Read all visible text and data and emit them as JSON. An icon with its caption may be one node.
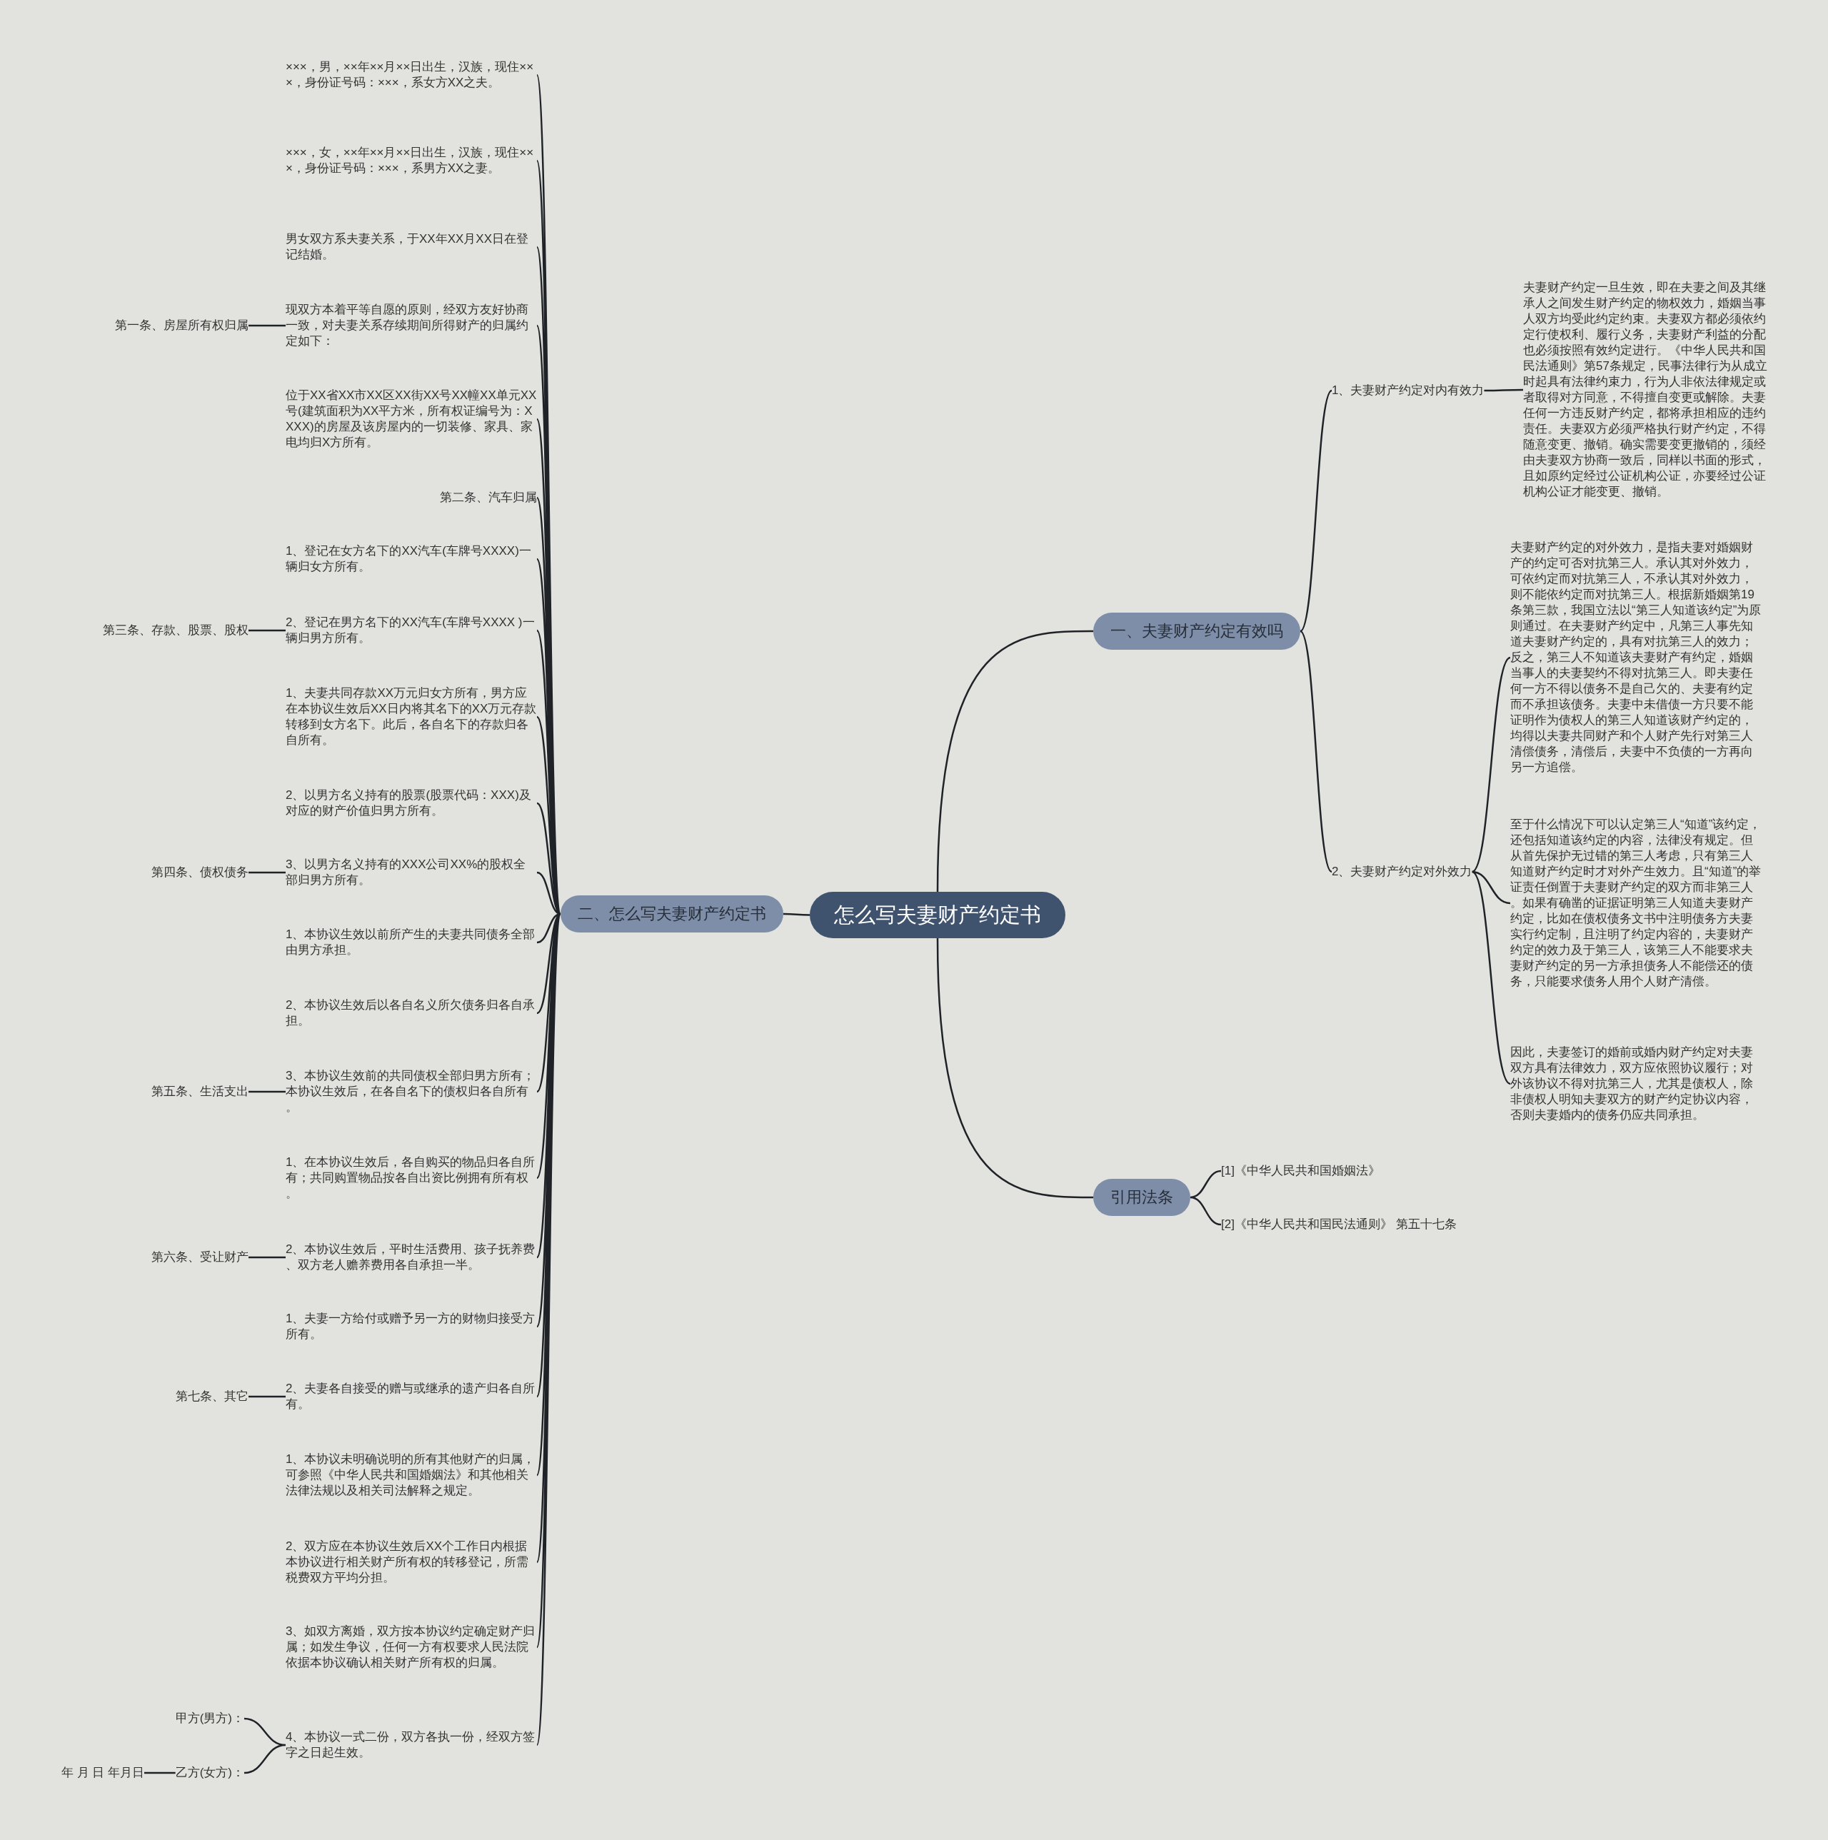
{
  "diagram": {
    "nodes": [
      {
        "text": [
          "怎么写夫妻财产约定书"
        ]
      },
      {
        "text": [
          "一、夫妻财产约定有效吗"
        ]
      },
      {
        "text": [
          "1、夫妻财产约定对内有效力"
        ]
      },
      {
        "text": [
          "夫妻财产约定一旦生效，即在夫妻之间及其继承人之间发生财产约定的物权效力，婚姻当事人双方均受此约定约束。夫妻双方都必须依约定行使权利、履行义务，夫妻财产利益的分配也必须按照有效约定进行。《中华人民共和国民法通则》第57条规定，民事法律行为从成立时起具有法律约束力，行为人非依法律规定或者取得对方同意，不得擅自变更或解除。夫妻任何一方违反财产约定，都将承担相应的违约责任。夫妻双方必须严格执行财产约定，不得随意变更、撤销。确实需要变更撤销的，须经由夫妻双方协商一致后，同样以书面的形式，且如原约定经过公证机构公证，亦要经过公证机构公证才能变更、撤销。"
        ]
      },
      {
        "text": [
          "2、夫妻财产约定对外效力"
        ]
      },
      {
        "text": [
          "夫妻财产约定的对外效力，是指夫妻对婚姻财产的约定可否对抗第三人。承认其对外效力，可依约定而对抗第三人，不承认其对外效力，则不能依约定而对抗第三人。根据新婚姻第19条第三款，我国立法以“第三人知道该约定”为原则通过。在夫妻财产约定中，凡第三人事先知道夫妻财产约定的，具有对抗第三人的效力；反之，第三人不知道该夫妻财产有约定，婚姻当事人的夫妻契约不得对抗第三人。即夫妻任何一方不得以债务不是自己欠的、夫妻有约定而不承担该债务。夫妻中未借债一方只要不能证明作为债权人的第三人知道该财产约定的，均得以夫妻共同财产和个人财产先行对第三人清偿债务，清偿后，夫妻中不负债的一方再向另一方追偿。"
        ]
      },
      {
        "text": [
          "至于什么情况下可以认定第三人“知道”该约定，还包括知道该约定的内容，法律没有规定。但从首先保护无过错的第三人考虑，只有第三人知道财产约定时才对外产生效力。且“知道”的举证责任倒置于夫妻财产约定的双方而非第三人。如果有确凿的证据证明第三人知道夫妻财产约定，比如在债权债务文书中注明债务方夫妻实行约定制，且注明了约定内容的，夫妻财产约定的效力及于第三人，该第三人不能要求夫妻财产约定的另一方承担债务人不能偿还的债务，只能要求债务人用个人财产清偿。"
        ]
      },
      {
        "text": [
          "因此，夫妻签订的婚前或婚内财产约定对夫妻双方具有法律效力，双方应依照协议履行；对外该协议不得对抗第三人，尤其是债权人，除非债权人明知夫妻双方的财产约定协议内容，否则夫妻婚内的债务仍应共同承担。"
        ]
      },
      {
        "text": [
          "二、怎么写夫妻财产约定书"
        ]
      },
      {
        "text": [
          "×××，男，××年××月××日出生，汉族，现住×××，身份证号码：×××，系女方XX之夫。"
        ]
      },
      {
        "text": [
          "×××，女，××年××月××日出生，汉族，现住×××，身份证号码：×××，系男方XX之妻。"
        ]
      },
      {
        "text": [
          "男女双方系夫妻关系，于XX年XX月XX日在登记结婚。"
        ]
      },
      {
        "text": [
          "现双方本着平等自愿的原则，经双方友好协商一致，对夫妻关系存续期间所得财产的归属约定如下："
        ]
      },
      {
        "text": [
          "第一条、房屋所有权归属"
        ]
      },
      {
        "text": [
          "位于XX省XX市XX区XX街XX号XX幢XX单元XX号(建筑面积为XX平方米，所有权证编号为：XXXX)的房屋及该房屋内的一切装修、家具、家电均归X方所有。"
        ]
      },
      {
        "text": [
          "第二条、汽车归属"
        ]
      },
      {
        "text": [
          "1、登记在女方名下的XX汽车(车牌号XXXX)一辆归女方所有。"
        ]
      },
      {
        "text": [
          "2、登记在男方名下的XX汽车(车牌号XXXX )一辆归男方所有。"
        ]
      },
      {
        "text": [
          "第三条、存款、股票、股权"
        ]
      },
      {
        "text": [
          "1、夫妻共同存款XX万元归女方所有，男方应在本协议生效后XX日内将其名下的XX万元存款转移到女方名下。此后，各自名下的存款归各自所有。"
        ]
      },
      {
        "text": [
          "2、以男方名义持有的股票(股票代码：XXX)及对应的财产价值归男方所有。"
        ]
      },
      {
        "text": [
          "3、以男方名义持有的XXX公司XX%的股权全部归男方所有。"
        ]
      },
      {
        "text": [
          "第四条、债权债务"
        ]
      },
      {
        "text": [
          "1、本协议生效以前所产生的夫妻共同债务全部由男方承担。"
        ]
      },
      {
        "text": [
          "2、本协议生效后以各自名义所欠债务归各自承担。"
        ]
      },
      {
        "text": [
          "3、本协议生效前的共同债权全部归男方所有；本协议生效后，在各自名下的债权归各自所有。"
        ]
      },
      {
        "text": [
          "第五条、生活支出"
        ]
      },
      {
        "text": [
          "1、在本协议生效后，各自购买的物品归各自所有；共同购置物品按各自出资比例拥有所有权。"
        ]
      },
      {
        "text": [
          "2、本协议生效后，平时生活费用、孩子抚养费、双方老人赡养费用各自承担一半。"
        ]
      },
      {
        "text": [
          "第六条、受让财产"
        ]
      },
      {
        "text": [
          "1、夫妻一方给付或赠予另一方的财物归接受方所有。"
        ]
      },
      {
        "text": [
          "2、夫妻各自接受的赠与或继承的遗产归各自所有。"
        ]
      },
      {
        "text": [
          "第七条、其它"
        ]
      },
      {
        "text": [
          "1、本协议未明确说明的所有其他财产的归属，可参照《中华人民共和国婚姻法》和其他相关法律法规以及相关司法解释之规定。"
        ]
      },
      {
        "text": [
          "2、双方应在本协议生效后XX个工作日内根据本协议进行相关财产所有权的转移登记，所需税费双方平均分担。"
        ]
      },
      {
        "text": [
          "3、如双方离婚，双方按本协议约定确定财产归属；如发生争议，任何一方有权要求人民法院依据本协议确认相关财产所有权的归属。"
        ]
      },
      {
        "text": [
          "4、本协议一式二份，双方各执一份，经双方签字之日起生效。"
        ]
      },
      {
        "text": [
          "甲方(男方)："
        ]
      },
      {
        "text": [
          "乙方(女方)："
        ]
      },
      {
        "text": [
          "年 月 日 年月日"
        ]
      },
      {
        "text": [
          "引用法条"
        ]
      },
      {
        "text": [
          "[1]《中华人民共和国婚姻法》"
        ]
      },
      {
        "text": [
          "[2]《中华人民共和国民法通则》 第五十七条"
        ]
      }
    ],
    "edges": [
      {
        "from": 0,
        "to": 1,
        "arrow": "none"
      },
      {
        "from": 1,
        "to": 2,
        "arrow": "none"
      },
      {
        "from": 2,
        "to": 3,
        "arrow": "none"
      },
      {
        "from": 1,
        "to": 4,
        "arrow": "none"
      },
      {
        "from": 4,
        "to": 5,
        "arrow": "none"
      },
      {
        "from": 4,
        "to": 6,
        "arrow": "none"
      },
      {
        "from": 4,
        "to": 7,
        "arrow": "none"
      },
      {
        "from": 0,
        "to": 8,
        "arrow": "none"
      },
      {
        "from": 8,
        "to": 9,
        "arrow": "none"
      },
      {
        "from": 8,
        "to": 10,
        "arrow": "none"
      },
      {
        "from": 8,
        "to": 11,
        "arrow": "none"
      },
      {
        "from": 8,
        "to": 12,
        "arrow": "none"
      },
      {
        "from": 12,
        "to": 13,
        "arrow": "none"
      },
      {
        "from": 8,
        "to": 14,
        "arrow": "none"
      },
      {
        "from": 8,
        "to": 15,
        "arrow": "none"
      },
      {
        "from": 8,
        "to": 16,
        "arrow": "none"
      },
      {
        "from": 8,
        "to": 17,
        "arrow": "none"
      },
      {
        "from": 17,
        "to": 18,
        "arrow": "none"
      },
      {
        "from": 8,
        "to": 19,
        "arrow": "none"
      },
      {
        "from": 8,
        "to": 20,
        "arrow": "none"
      },
      {
        "from": 8,
        "to": 21,
        "arrow": "none"
      },
      {
        "from": 21,
        "to": 22,
        "arrow": "none"
      },
      {
        "from": 8,
        "to": 23,
        "arrow": "none"
      },
      {
        "from": 8,
        "to": 24,
        "arrow": "none"
      },
      {
        "from": 8,
        "to": 25,
        "arrow": "none"
      },
      {
        "from": 25,
        "to": 26,
        "arrow": "none"
      },
      {
        "from": 8,
        "to": 27,
        "arrow": "none"
      },
      {
        "from": 8,
        "to": 28,
        "arrow": "none"
      },
      {
        "from": 28,
        "to": 29,
        "arrow": "none"
      },
      {
        "from": 8,
        "to": 30,
        "arrow": "none"
      },
      {
        "from": 8,
        "to": 31,
        "arrow": "none"
      },
      {
        "from": 31,
        "to": 32,
        "arrow": "none"
      },
      {
        "from": 8,
        "to": 33,
        "arrow": "none"
      },
      {
        "from": 8,
        "to": 34,
        "arrow": "none"
      },
      {
        "from": 8,
        "to": 35,
        "arrow": "none"
      },
      {
        "from": 8,
        "to": 36,
        "arrow": "none"
      },
      {
        "from": 36,
        "to": 37,
        "arrow": "none"
      },
      {
        "from": 36,
        "to": 38,
        "arrow": "none"
      },
      {
        "from": 38,
        "to": 39,
        "arrow": "none"
      },
      {
        "from": 0,
        "to": 40,
        "arrow": "none"
      },
      {
        "from": 40,
        "to": 41,
        "arrow": "none"
      },
      {
        "from": 40,
        "to": 42,
        "arrow": "none"
      }
    ]
  }
}
